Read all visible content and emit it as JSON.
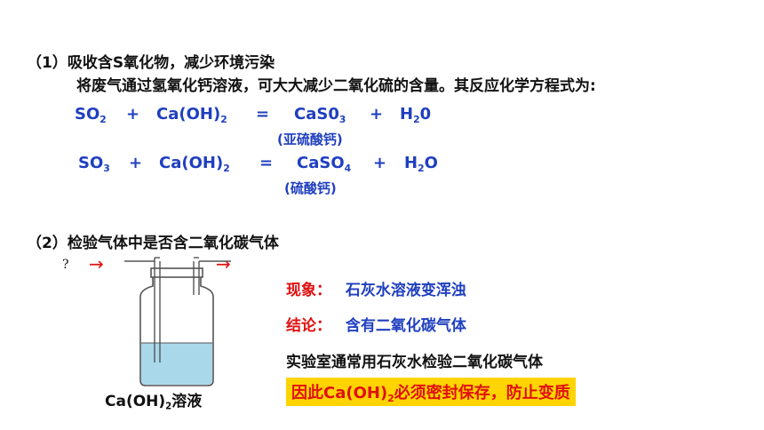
{
  "section1": {
    "title": "（1）吸收含S氧化物，减少环境污染",
    "intro": "将废气通过氢氧化钙溶液，可大大减少二氧化硫的含量。其反应化学方程式为:"
  },
  "eq1": {
    "r1": "SO",
    "r1_sub": "2",
    "plus1": "+",
    "r2": "Ca(OH)",
    "r2_sub": "2",
    "eqsign": "=",
    "p1a": "CaS0",
    "p1_sub": "3",
    "plus2": "+",
    "p2a": "H",
    "p2_sub": "2",
    "p2b": "0",
    "note": "(亚硫酸钙)"
  },
  "eq2": {
    "r1": "SO",
    "r1_sub": "3",
    "plus1": "+",
    "r2": "Ca(OH)",
    "r2_sub": "2",
    "eqsign": "=",
    "p1a": "CaSO",
    "p1_sub": "4",
    "plus2": "+",
    "p2a": "H",
    "p2_sub": "2",
    "p2b": "O",
    "note": "(硫酸钙)"
  },
  "section2": {
    "title": "（2）检验气体中是否含二氧化碳气体",
    "question_mark": "?",
    "arrow": "→",
    "phenomenon_label": "现象：",
    "phenomenon_text": "石灰水溶液变浑浊",
    "conclusion_label": "结论：",
    "conclusion_text": "含有二氧化碳气体",
    "lab_note": "实验室通常用石灰水检验二氧化碳气体",
    "storage_a": "因此Ca(OH)",
    "storage_sub": "2",
    "storage_b": "必须密封保存，防止变质",
    "bottle_label_a": "Ca(OH)",
    "bottle_label_sub": "2",
    "bottle_label_b": "溶液"
  },
  "colors": {
    "blue": "#1f3fbf",
    "red": "#e01010",
    "highlight": "#ffd400",
    "solution": "#a8d8ea"
  }
}
